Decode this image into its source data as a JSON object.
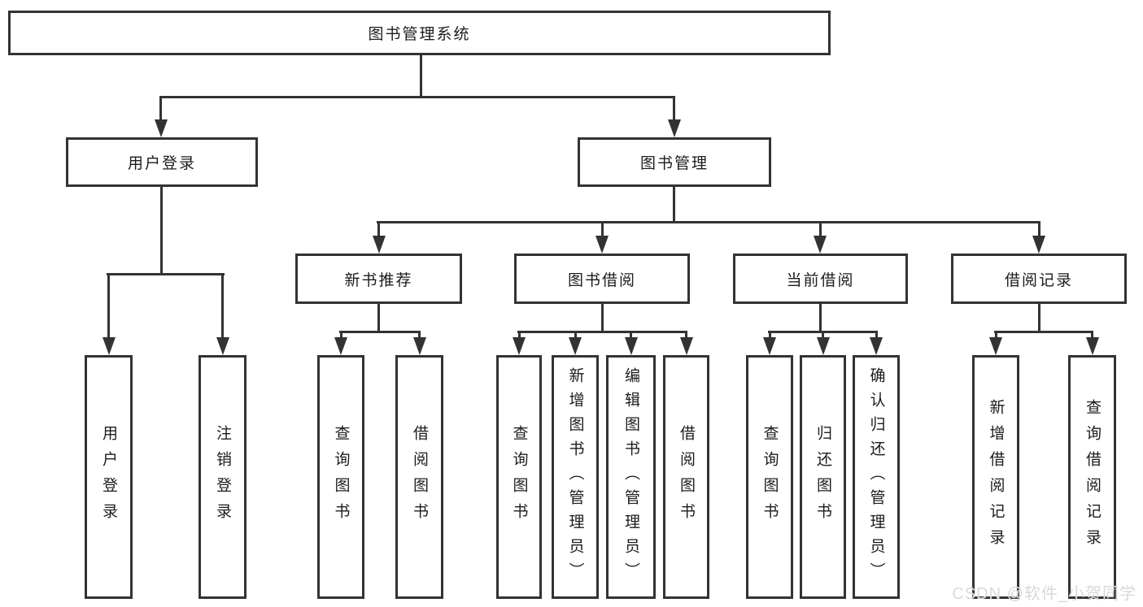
{
  "tree": {
    "root": "图书管理系统",
    "branches": [
      {
        "label": "用户登录",
        "children": [
          {
            "label": "用户登录"
          },
          {
            "label": "注销登录"
          }
        ]
      },
      {
        "label": "图书管理",
        "children": [
          {
            "label": "新书推荐",
            "children": [
              {
                "label": "查询图书"
              },
              {
                "label": "借阅图书"
              }
            ]
          },
          {
            "label": "图书借阅",
            "children": [
              {
                "label": "查询图书"
              },
              {
                "label": "新增图书（管理员）"
              },
              {
                "label": "编辑图书（管理员）"
              },
              {
                "label": "借阅图书"
              }
            ]
          },
          {
            "label": "当前借阅",
            "children": [
              {
                "label": "查询图书"
              },
              {
                "label": "归还图书"
              },
              {
                "label": "确认归还（管理员）"
              }
            ]
          },
          {
            "label": "借阅记录",
            "children": [
              {
                "label": "新增借阅记录"
              },
              {
                "label": "查询借阅记录"
              }
            ]
          }
        ]
      }
    ]
  },
  "watermark": {
    "text": "CSDN @软件_小贺同学"
  },
  "colors": {
    "line": "#333333",
    "box_bg": "#ffffff",
    "text": "#1c1c1c",
    "watermark": "#d9d9d9"
  }
}
